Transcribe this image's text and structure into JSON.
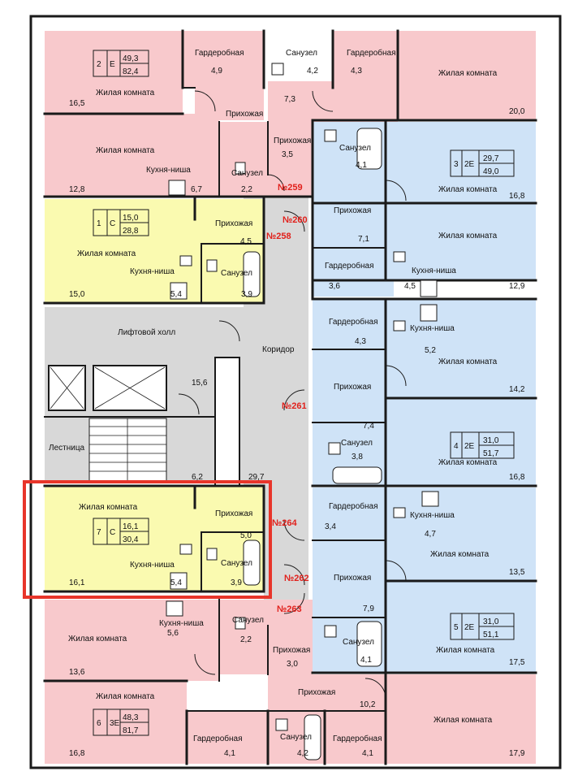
{
  "colors": {
    "pink": "#f8c9cc",
    "blue": "#cfe3f7",
    "yellow": "#fafab0",
    "corridor": "#d8d8d8",
    "wall": "#1a1a1a",
    "highlight": "#e8352a",
    "unit_number": "#e1201b"
  },
  "apartments": [
    {
      "id": "apt-2",
      "rooms": "2",
      "type": "Е",
      "living": "49,3",
      "total": "82,4"
    },
    {
      "id": "apt-3",
      "rooms": "3",
      "type": "2Е",
      "living": "29,7",
      "total": "49,0"
    },
    {
      "id": "apt-1",
      "rooms": "1",
      "type": "С",
      "living": "15,0",
      "total": "28,8"
    },
    {
      "id": "apt-4",
      "rooms": "4",
      "type": "2Е",
      "living": "31,0",
      "total": "51,7"
    },
    {
      "id": "apt-7",
      "rooms": "7",
      "type": "С",
      "living": "16,1",
      "total": "30,4"
    },
    {
      "id": "apt-5",
      "rooms": "5",
      "type": "2Е",
      "living": "31,0",
      "total": "51,1"
    },
    {
      "id": "apt-6",
      "rooms": "6",
      "type": "3Е",
      "living": "48,3",
      "total": "81,7"
    }
  ],
  "rooms": [
    {
      "name": "Гардеробная",
      "area": "4,9"
    },
    {
      "name": "Санузел",
      "area": "4,2"
    },
    {
      "name": "Гардеробная",
      "area": "4,3"
    },
    {
      "name": "Жилая комната",
      "area": "16,5"
    },
    {
      "name": "Жилая комната",
      "area": "20,0"
    },
    {
      "name": "Прихожая",
      "area": "7,3"
    },
    {
      "name": "Прихожая",
      "area": "3,5"
    },
    {
      "name": "Жилая комната",
      "area": "12,8"
    },
    {
      "name": "Кухня-ниша",
      "area": "6,7"
    },
    {
      "name": "Санузел",
      "area": "2,2"
    },
    {
      "name": "Санузел",
      "area": "4,1"
    },
    {
      "name": "Жилая комната",
      "area": "16,8"
    },
    {
      "name": "Прихожая",
      "area": "7,1"
    },
    {
      "name": "Жилая комната",
      "area": "12,9"
    },
    {
      "name": "Гардеробная",
      "area": "3,6"
    },
    {
      "name": "Кухня-ниша",
      "area": "4,5"
    },
    {
      "name": "Прихожая",
      "area": "4,5"
    },
    {
      "name": "Жилая комната",
      "area": "15,0"
    },
    {
      "name": "Кухня-ниша",
      "area": "5,4"
    },
    {
      "name": "Санузел",
      "area": "3,9"
    },
    {
      "name": "Лифтовой холл",
      "area": "15,6"
    },
    {
      "name": "Коридор",
      "area": "29,7"
    },
    {
      "name": "Лестница",
      "area": "6,2"
    },
    {
      "name": "Гардеробная",
      "area": "4,3"
    },
    {
      "name": "Кухня-ниша",
      "area": "5,2"
    },
    {
      "name": "Жилая комната",
      "area": "14,2"
    },
    {
      "name": "Прихожая",
      "area": "7,4"
    },
    {
      "name": "Санузел",
      "area": "3,8"
    },
    {
      "name": "Жилая комната",
      "area": "16,8"
    },
    {
      "name": "Жилая комната",
      "area": "16,1"
    },
    {
      "name": "Прихожая",
      "area": "5,0"
    },
    {
      "name": "Кухня-ниша",
      "area": "5,4"
    },
    {
      "name": "Санузел",
      "area": "3,9"
    },
    {
      "name": "Гардеробная",
      "area": "3,4"
    },
    {
      "name": "Кухня-ниша",
      "area": "4,7"
    },
    {
      "name": "Жилая комната",
      "area": "13,5"
    },
    {
      "name": "Прихожая",
      "area": "7,9"
    },
    {
      "name": "Санузел",
      "area": "4,1"
    },
    {
      "name": "Жилая комната",
      "area": "17,5"
    },
    {
      "name": "Кухня-ниша",
      "area": "5,6"
    },
    {
      "name": "Санузел",
      "area": "2,2"
    },
    {
      "name": "Жилая комната",
      "area": "13,6"
    },
    {
      "name": "Прихожая",
      "area": "3,0"
    },
    {
      "name": "Прихожая",
      "area": "10,2"
    },
    {
      "name": "Жилая комната",
      "area": "16,8"
    },
    {
      "name": "Жилая комната",
      "area": "17,9"
    },
    {
      "name": "Гардеробная",
      "area": "4,1"
    },
    {
      "name": "Санузел",
      "area": "4,2"
    },
    {
      "name": "Гардеробная",
      "area": "4,1"
    }
  ],
  "unit_numbers": [
    "№259",
    "№260",
    "№258",
    "№261",
    "№264",
    "№262",
    "№263"
  ]
}
